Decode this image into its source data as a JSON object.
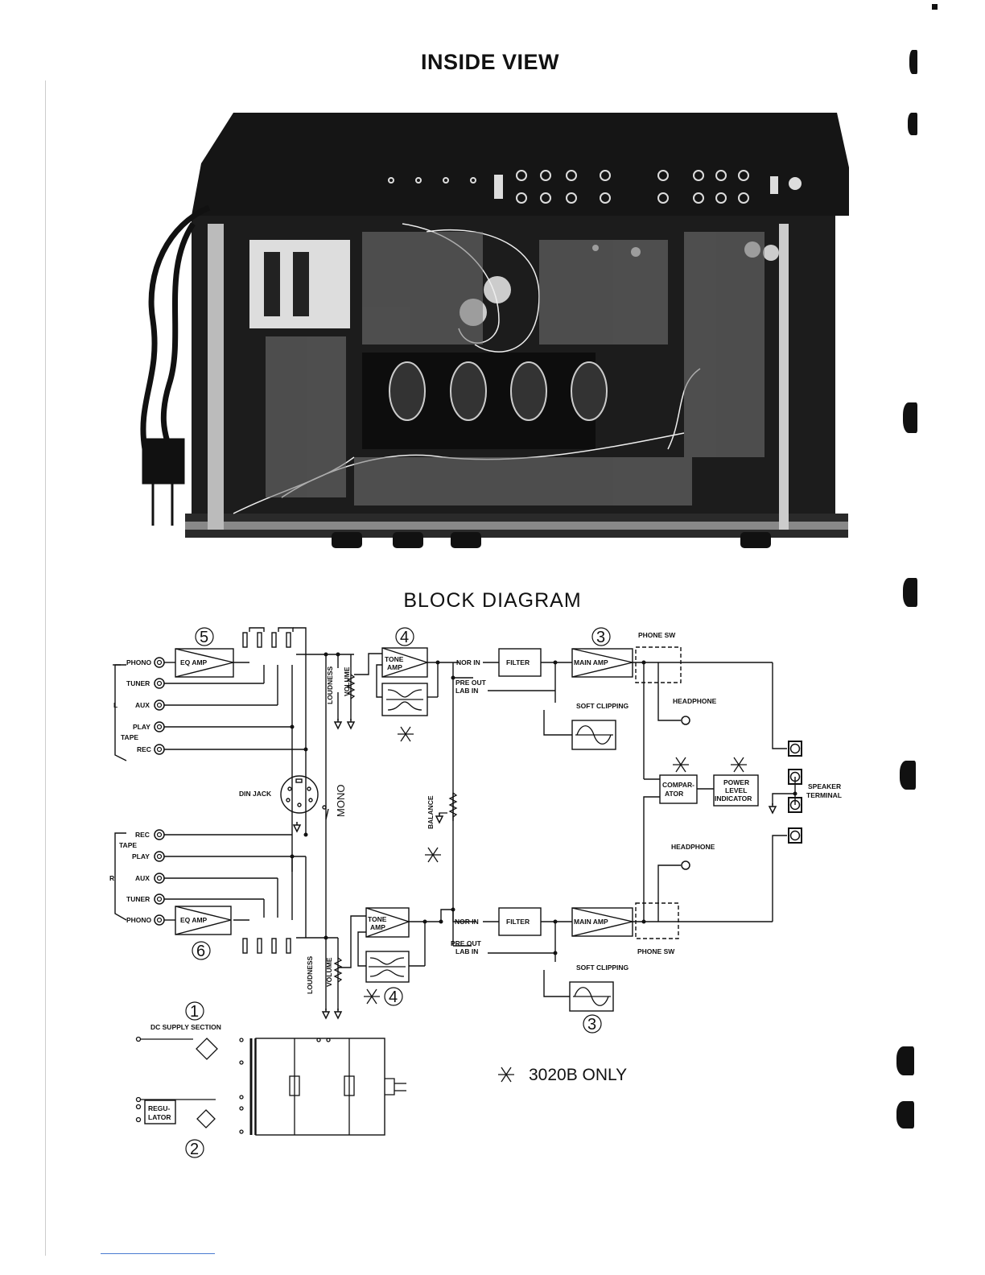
{
  "page": {
    "inside_view_title": "INSIDE VIEW",
    "block_diagram_title": "BLOCK DIAGRAM",
    "footnote": "3020B ONLY",
    "footnote_symbol": "asterisk-cross"
  },
  "photo": {
    "description": "Inside view photograph of amplifier chassis with power cord, transformer, circuit boards and output transistors"
  },
  "diagram": {
    "left_channel": {
      "side_label": "L",
      "inputs": [
        "PHONO",
        "TUNER",
        "AUX",
        "PLAY",
        "REC"
      ],
      "tape_label": "TAPE",
      "eq_amp": {
        "label": "EQ AMP",
        "ref": "5"
      },
      "tone_amp": {
        "label1": "TONE",
        "label2": "AMP",
        "ref": "4"
      },
      "loudness": "LOUDNESS",
      "volume": "VOLUME",
      "nor_in": "NOR IN",
      "pre_out": "PRE OUT",
      "lab_in": "LAB IN",
      "filter": "FILTER",
      "main_amp": {
        "label": "MAIN AMP",
        "ref": "3"
      },
      "soft_clipping": "SOFT CLIPPING",
      "phone_sw": "PHONE SW",
      "headphone": "HEADPHONE"
    },
    "right_channel": {
      "side_label": "R",
      "inputs": [
        "REC",
        "PLAY",
        "AUX",
        "TUNER",
        "PHONO"
      ],
      "tape_label": "TAPE",
      "eq_amp": {
        "label": "EQ AMP",
        "ref": "6"
      },
      "tone_amp": {
        "label1": "TONE",
        "label2": "AMP",
        "ref": "4"
      },
      "loudness": "LOUDNESS",
      "volume": "VOLUME",
      "nor_in": "NOR IN",
      "pre_out": "PRE OUT",
      "lab_in": "LAB IN",
      "filter": "FILTER",
      "main_amp": {
        "label": "MAIN AMP",
        "ref": "3"
      },
      "soft_clipping": "SOFT CLIPPING",
      "phone_sw": "PHONE SW",
      "headphone": "HEADPHONE"
    },
    "din_jack": "DIN JACK",
    "mono": "MONO",
    "balance": "BALANCE",
    "comparator": {
      "label1": "COMPAR-",
      "label2": "ATOR"
    },
    "power_level": {
      "label1": "POWER",
      "label2": "LEVEL",
      "label3": "INDICATOR"
    },
    "speaker_terminal": {
      "label1": "SPEAKER",
      "label2": "TERMINAL"
    },
    "dc_supply": {
      "label": "DC SUPPLY SECTION",
      "ref": "1"
    },
    "regulator": {
      "label1": "REGU-",
      "label2": "LATOR",
      "ref": "2"
    }
  }
}
